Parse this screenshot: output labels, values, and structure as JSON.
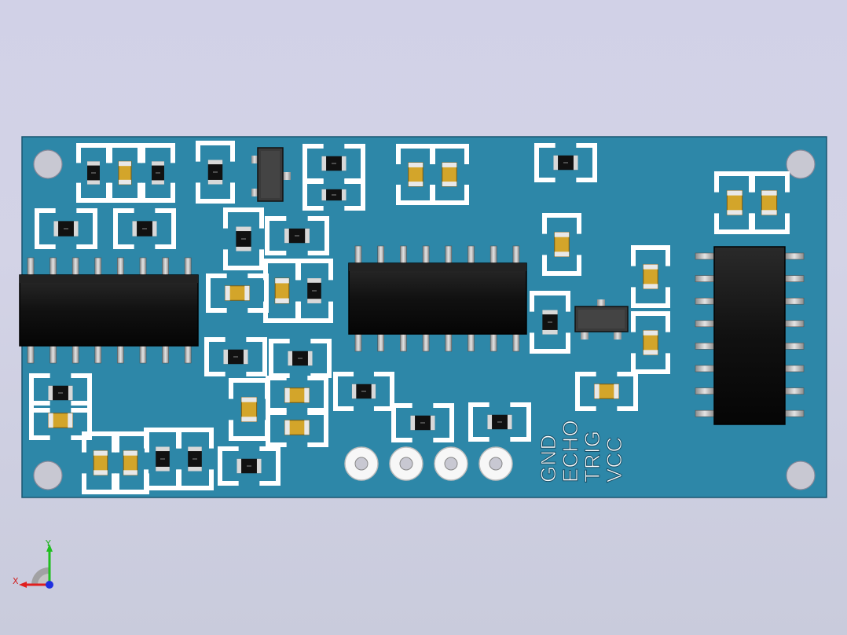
{
  "scene": {
    "background": "#d1d1e7",
    "board_color": "#2d87a8",
    "silkscreen_color": "#ffffff",
    "pad_color": "#d3a52a",
    "component_color": "#111111"
  },
  "pin_labels": [
    "GND",
    "ECHO",
    "TRIG",
    "VCC"
  ],
  "axes_triad": {
    "x_label": "X",
    "y_label": "Y",
    "x_color": "#e02020",
    "y_color": "#20c020",
    "z_color": "#2030e0"
  }
}
